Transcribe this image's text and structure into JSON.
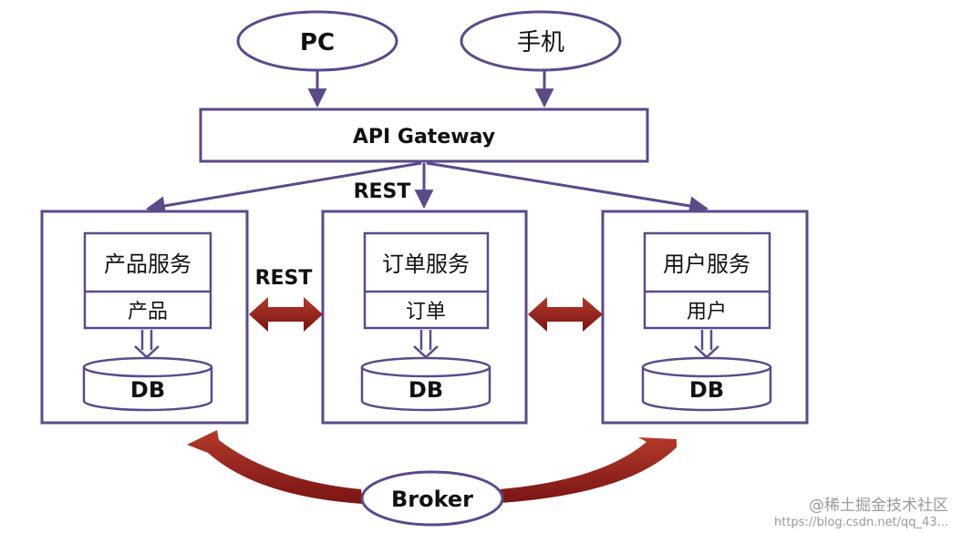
{
  "clients": {
    "pc": "PC",
    "mobile": "手机"
  },
  "gateway": {
    "label": "API Gateway",
    "protocol": "REST"
  },
  "services": [
    {
      "name": "产品服务",
      "module": "产品",
      "db": "DB"
    },
    {
      "name": "订单服务",
      "module": "订单",
      "db": "DB"
    },
    {
      "name": "用户服务",
      "module": "用户",
      "db": "DB"
    }
  ],
  "inter_service_protocol": "REST",
  "broker": "Broker",
  "watermark": {
    "site": "@稀土掘金技术社区",
    "url": "https://blog.csdn.net/qq_43..."
  },
  "colors": {
    "line": "#5b4a8a",
    "arrow": "#8b1a1a",
    "text": "#111111",
    "background": "#ffffff"
  }
}
